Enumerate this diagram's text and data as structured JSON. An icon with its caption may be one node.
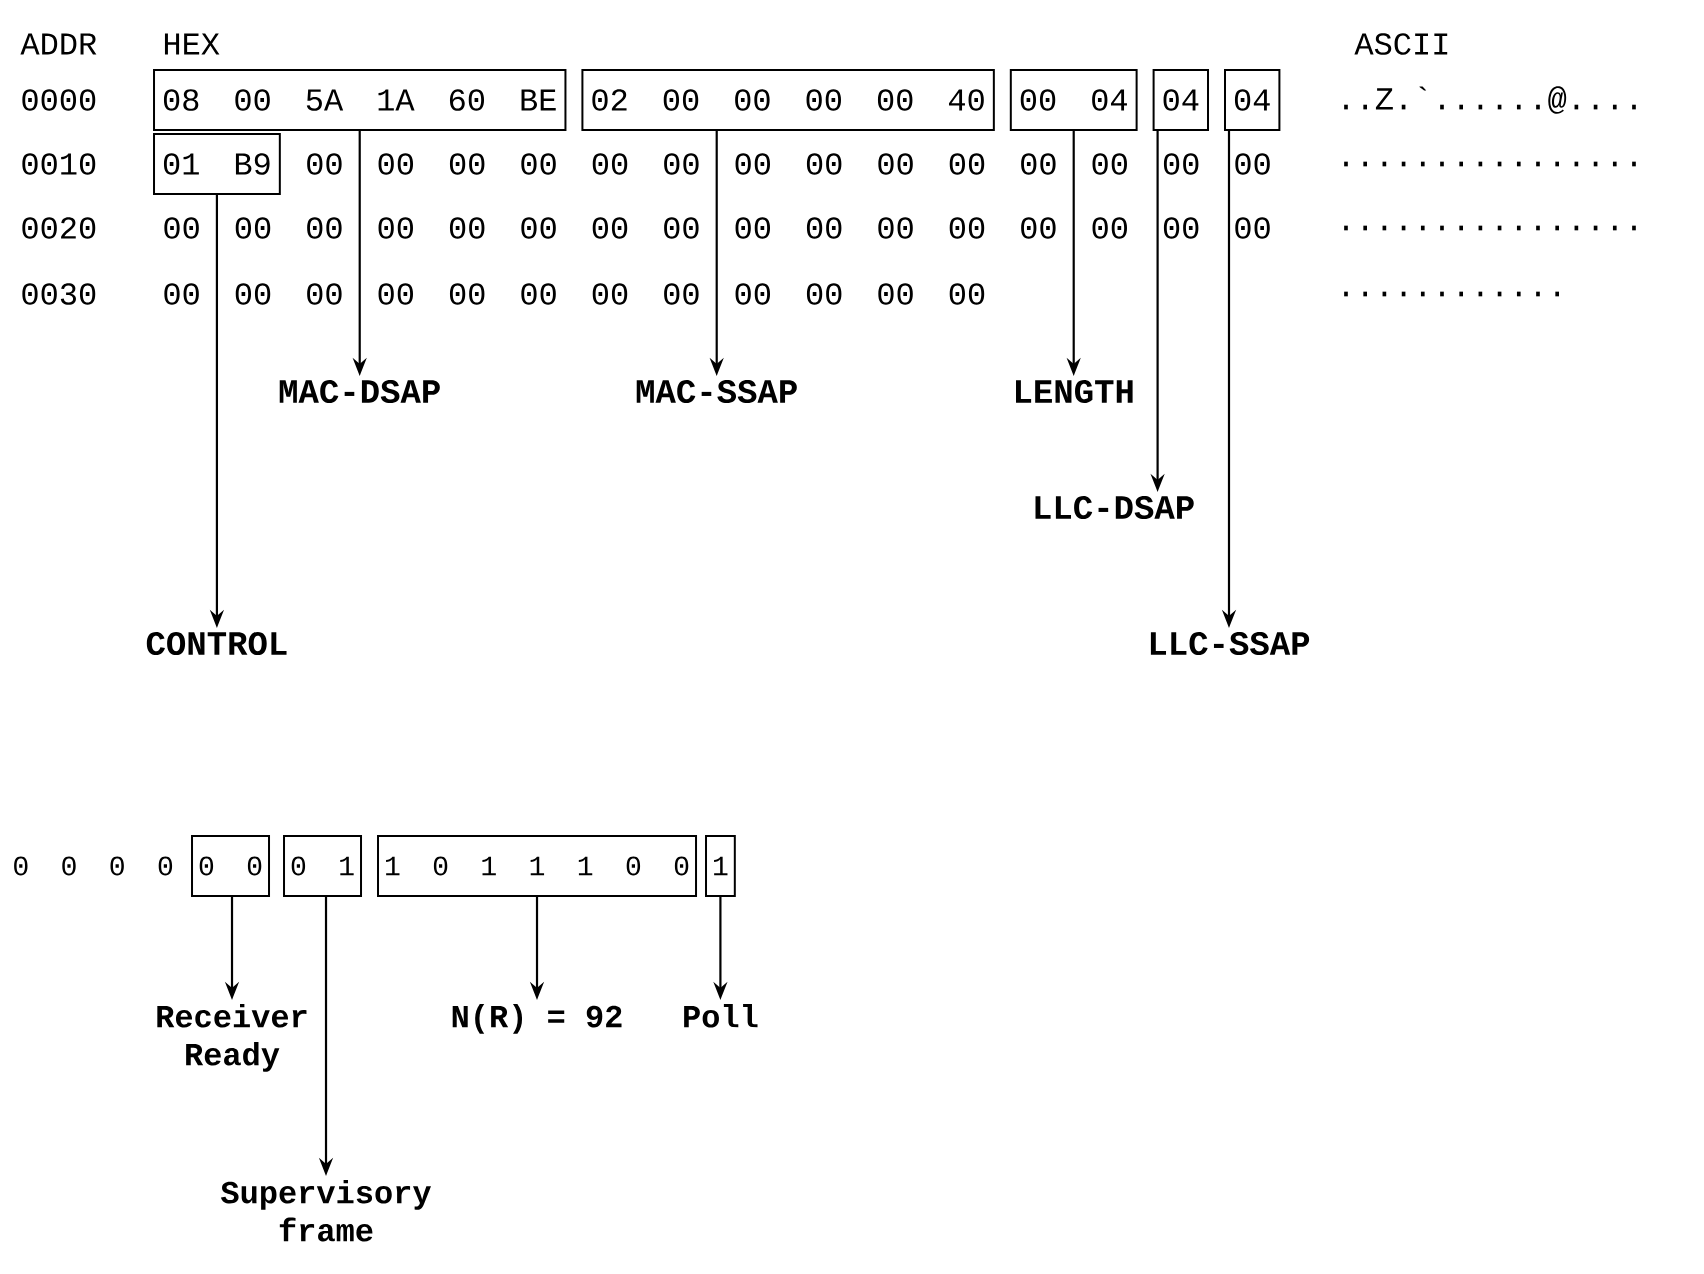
{
  "diagram": {
    "nodes": [
      {
        "text": [
          "08 00 5A 1A 60 BE"
        ]
      },
      {
        "text": [
          "02 00 00 00 00 40"
        ]
      },
      {
        "text": [
          "00 04"
        ]
      },
      {
        "text": [
          "04"
        ]
      },
      {
        "text": [
          "04"
        ]
      },
      {
        "text": [
          "01 B9"
        ]
      },
      {
        "text": [
          "MAC-DSAP"
        ]
      },
      {
        "text": [
          "MAC-SSAP"
        ]
      },
      {
        "text": [
          "LENGTH"
        ]
      },
      {
        "text": [
          "LLC-DSAP"
        ]
      },
      {
        "text": [
          "LLC-SSAP"
        ]
      },
      {
        "text": [
          "CONTROL"
        ]
      },
      {
        "text": [
          "0 0"
        ]
      },
      {
        "text": [
          "0 1"
        ]
      },
      {
        "text": [
          "1 0 1 1 1 0 0"
        ]
      },
      {
        "text": [
          "1"
        ]
      },
      {
        "text": [
          "Receiver Ready"
        ]
      },
      {
        "text": [
          "Supervisory frame"
        ]
      },
      {
        "text": [
          "N(R) = 92"
        ]
      },
      {
        "text": [
          "Poll"
        ]
      }
    ],
    "edges": [
      {
        "from": 0,
        "to": 6,
        "arrow": "to"
      },
      {
        "from": 1,
        "to": 7,
        "arrow": "to"
      },
      {
        "from": 2,
        "to": 8,
        "arrow": "to"
      },
      {
        "from": 3,
        "to": 9,
        "arrow": "to"
      },
      {
        "from": 4,
        "to": 10,
        "arrow": "to"
      },
      {
        "from": 5,
        "to": 11,
        "arrow": "to"
      },
      {
        "from": 12,
        "to": 16,
        "arrow": "to"
      },
      {
        "from": 13,
        "to": 17,
        "arrow": "to"
      },
      {
        "from": 14,
        "to": 18,
        "arrow": "to"
      },
      {
        "from": 15,
        "to": 19,
        "arrow": "to"
      }
    ],
    "labels": [
      "ADDR",
      "HEX",
      "ASCII",
      "0000",
      "..Z.`......@....",
      "0010",
      "00 00 00 00 00 00 00 00 00 00 00 00 00 00",
      "................",
      "0020",
      "00 00 00 00 00 00 00 00 00 00 00 00 00 00 00 00",
      "................",
      "0030",
      "00 00 00 00 00 00 00 00 00 00 00 00",
      "............",
      "0 0 0 0"
    ]
  }
}
